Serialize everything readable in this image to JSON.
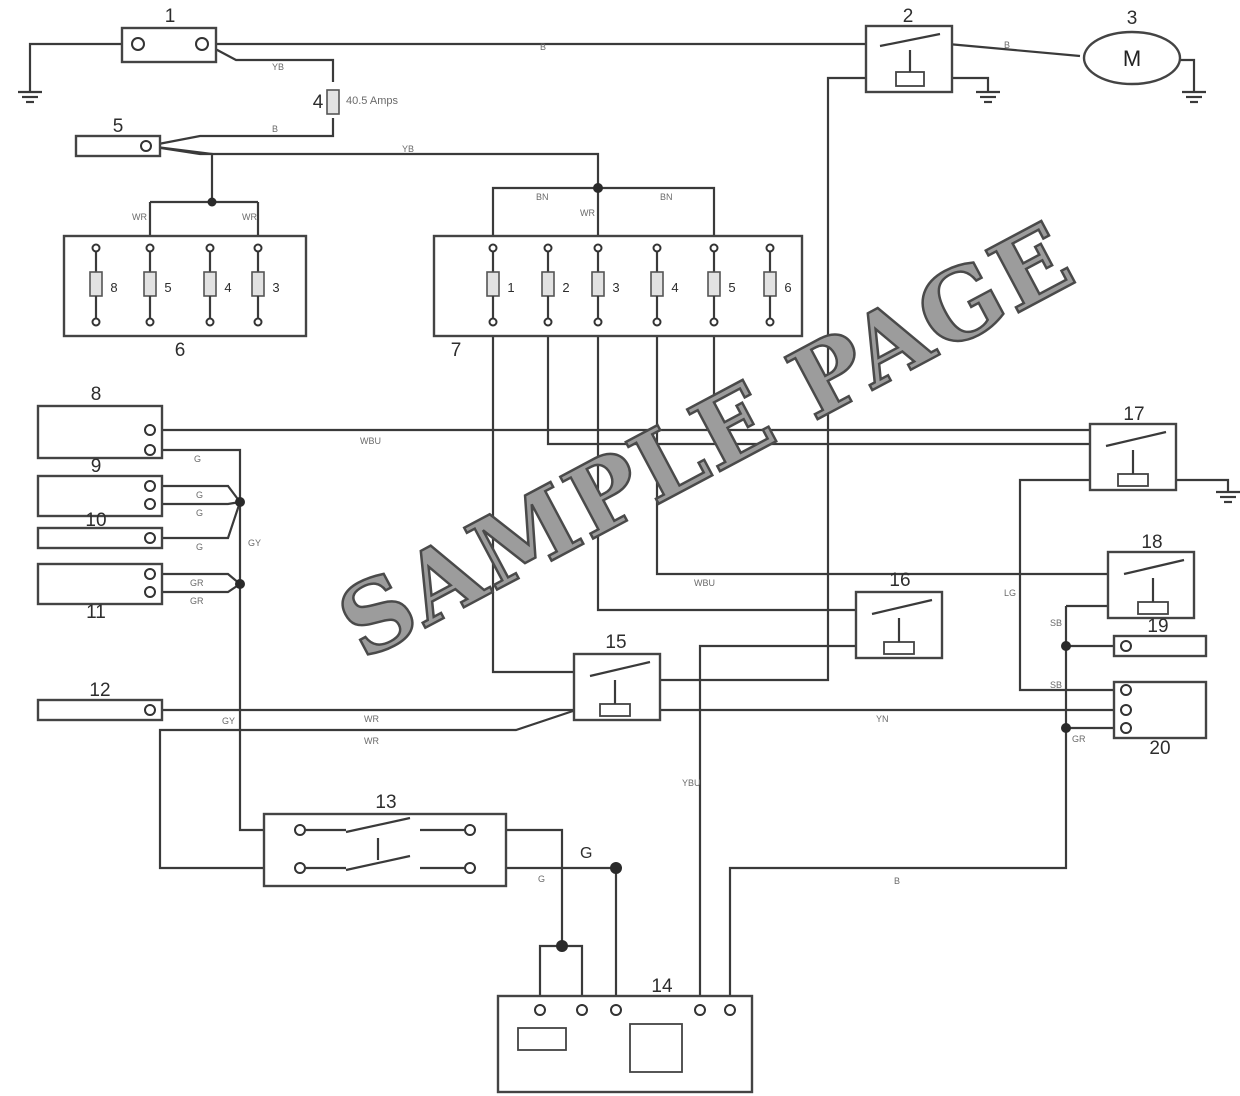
{
  "diagram": {
    "component_numbers": [
      "1",
      "2",
      "3",
      "4",
      "5",
      "6",
      "7",
      "8",
      "9",
      "10",
      "11",
      "12",
      "13",
      "14",
      "15",
      "16",
      "17",
      "18",
      "19",
      "20"
    ],
    "fuse_rating": "40.5 Amps",
    "motor_symbol": "M",
    "fuse_box_6_labels": [
      "8",
      "5",
      "4",
      "3"
    ],
    "fuse_box_7_labels": [
      "1",
      "2",
      "3",
      "4",
      "5",
      "6"
    ],
    "wire_codes": {
      "w_1_2": "B",
      "w_2_3": "B",
      "w_1_fuse": "YB",
      "w_fuse_5": "B",
      "w_5_7": "YB",
      "w_feed_6a": "WR",
      "w_feed_6b": "WR",
      "w_7_tl": "BN",
      "w_7_tm": "WR",
      "w_7_tr": "BN",
      "w_8_17": "WBU",
      "w_8_bus": "G",
      "w_9a": "G",
      "w_9b": "G",
      "w_10": "G",
      "w_bus_v": "GY",
      "w_11a": "GR",
      "w_11b": "GR",
      "w_7_18": "WBU",
      "w_12_15": "WR",
      "w_15_low": "WR",
      "w_15_20": "YN",
      "w_bus_13": "GY",
      "w_13_14": "G",
      "w_13_label": "G",
      "w_14_20": "B",
      "w_14_up": "YBU",
      "w_17_down": "LG",
      "w_18_19": "SB",
      "w_19_20": "SB",
      "w_20_low": "GR"
    },
    "watermark": "SAMPLE PAGE"
  }
}
